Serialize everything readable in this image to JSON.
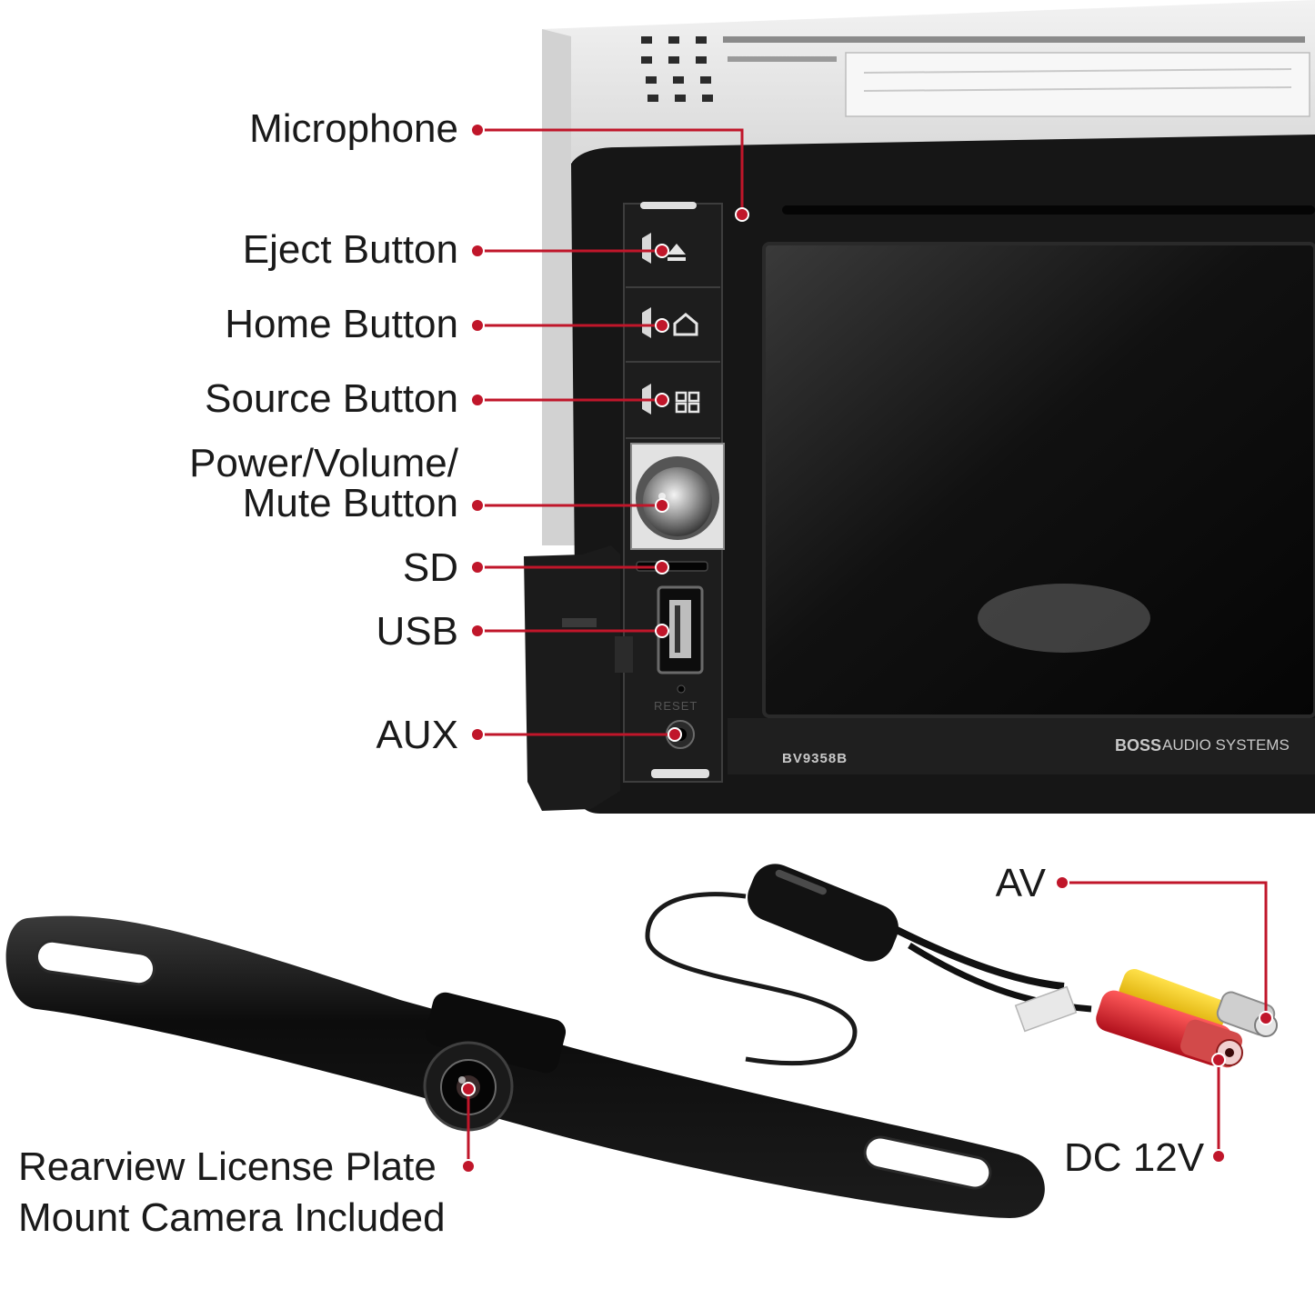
{
  "colors": {
    "accent": "#c0162a",
    "label_text": "#1a1a1a",
    "unit_body": "#1b1b1b",
    "chassis": "#e9e9e9"
  },
  "head_unit": {
    "model": "BV9358B",
    "brand_logo": "BOSS",
    "brand_text": "AUDIO SYSTEMS",
    "reset_label": "RESET",
    "icons": [
      "eject-icon",
      "home-icon",
      "source-icon"
    ]
  },
  "callouts": {
    "microphone": "Microphone",
    "eject": "Eject Button",
    "home": "Home Button",
    "source": "Source Button",
    "power_line1": "Power/Volume/",
    "power_line2": "Mute Button",
    "sd": "SD",
    "usb": "USB",
    "aux": "AUX",
    "av": "AV",
    "dc": "DC 12V",
    "camera_line1": "Rearview License Plate",
    "camera_line2": "Mount Camera Included"
  }
}
